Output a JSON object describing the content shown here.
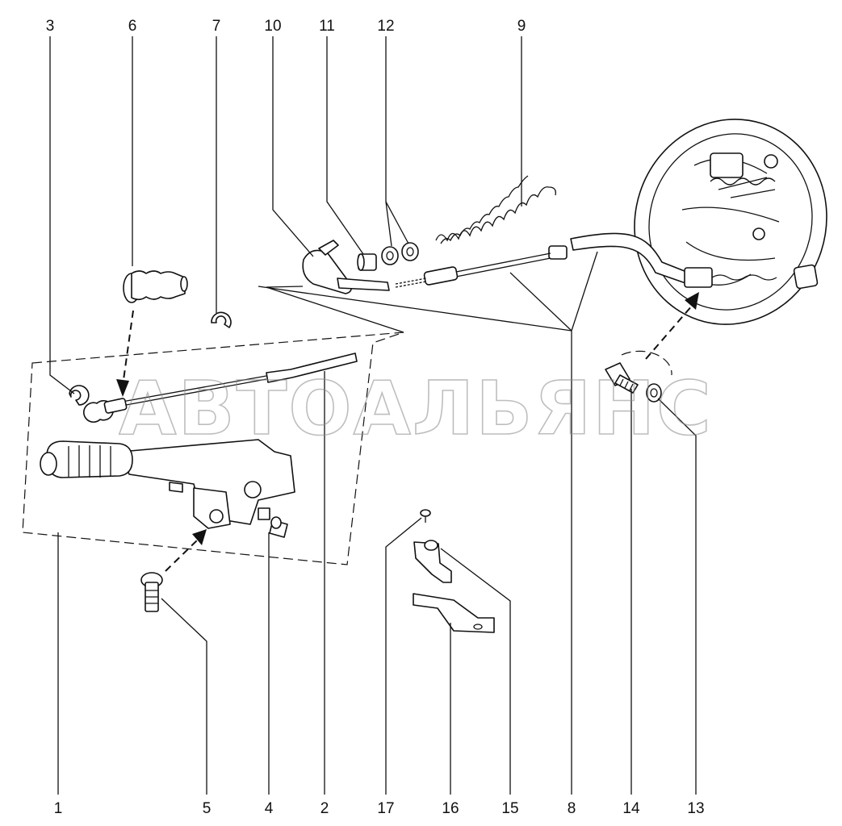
{
  "watermark": "АВТОАЛЬЯНС",
  "callouts": {
    "top": [
      "3",
      "6",
      "7",
      "10",
      "11",
      "12",
      "9"
    ],
    "bottom": [
      "1",
      "5",
      "4",
      "2",
      "17",
      "16",
      "15",
      "8",
      "14",
      "13"
    ]
  }
}
